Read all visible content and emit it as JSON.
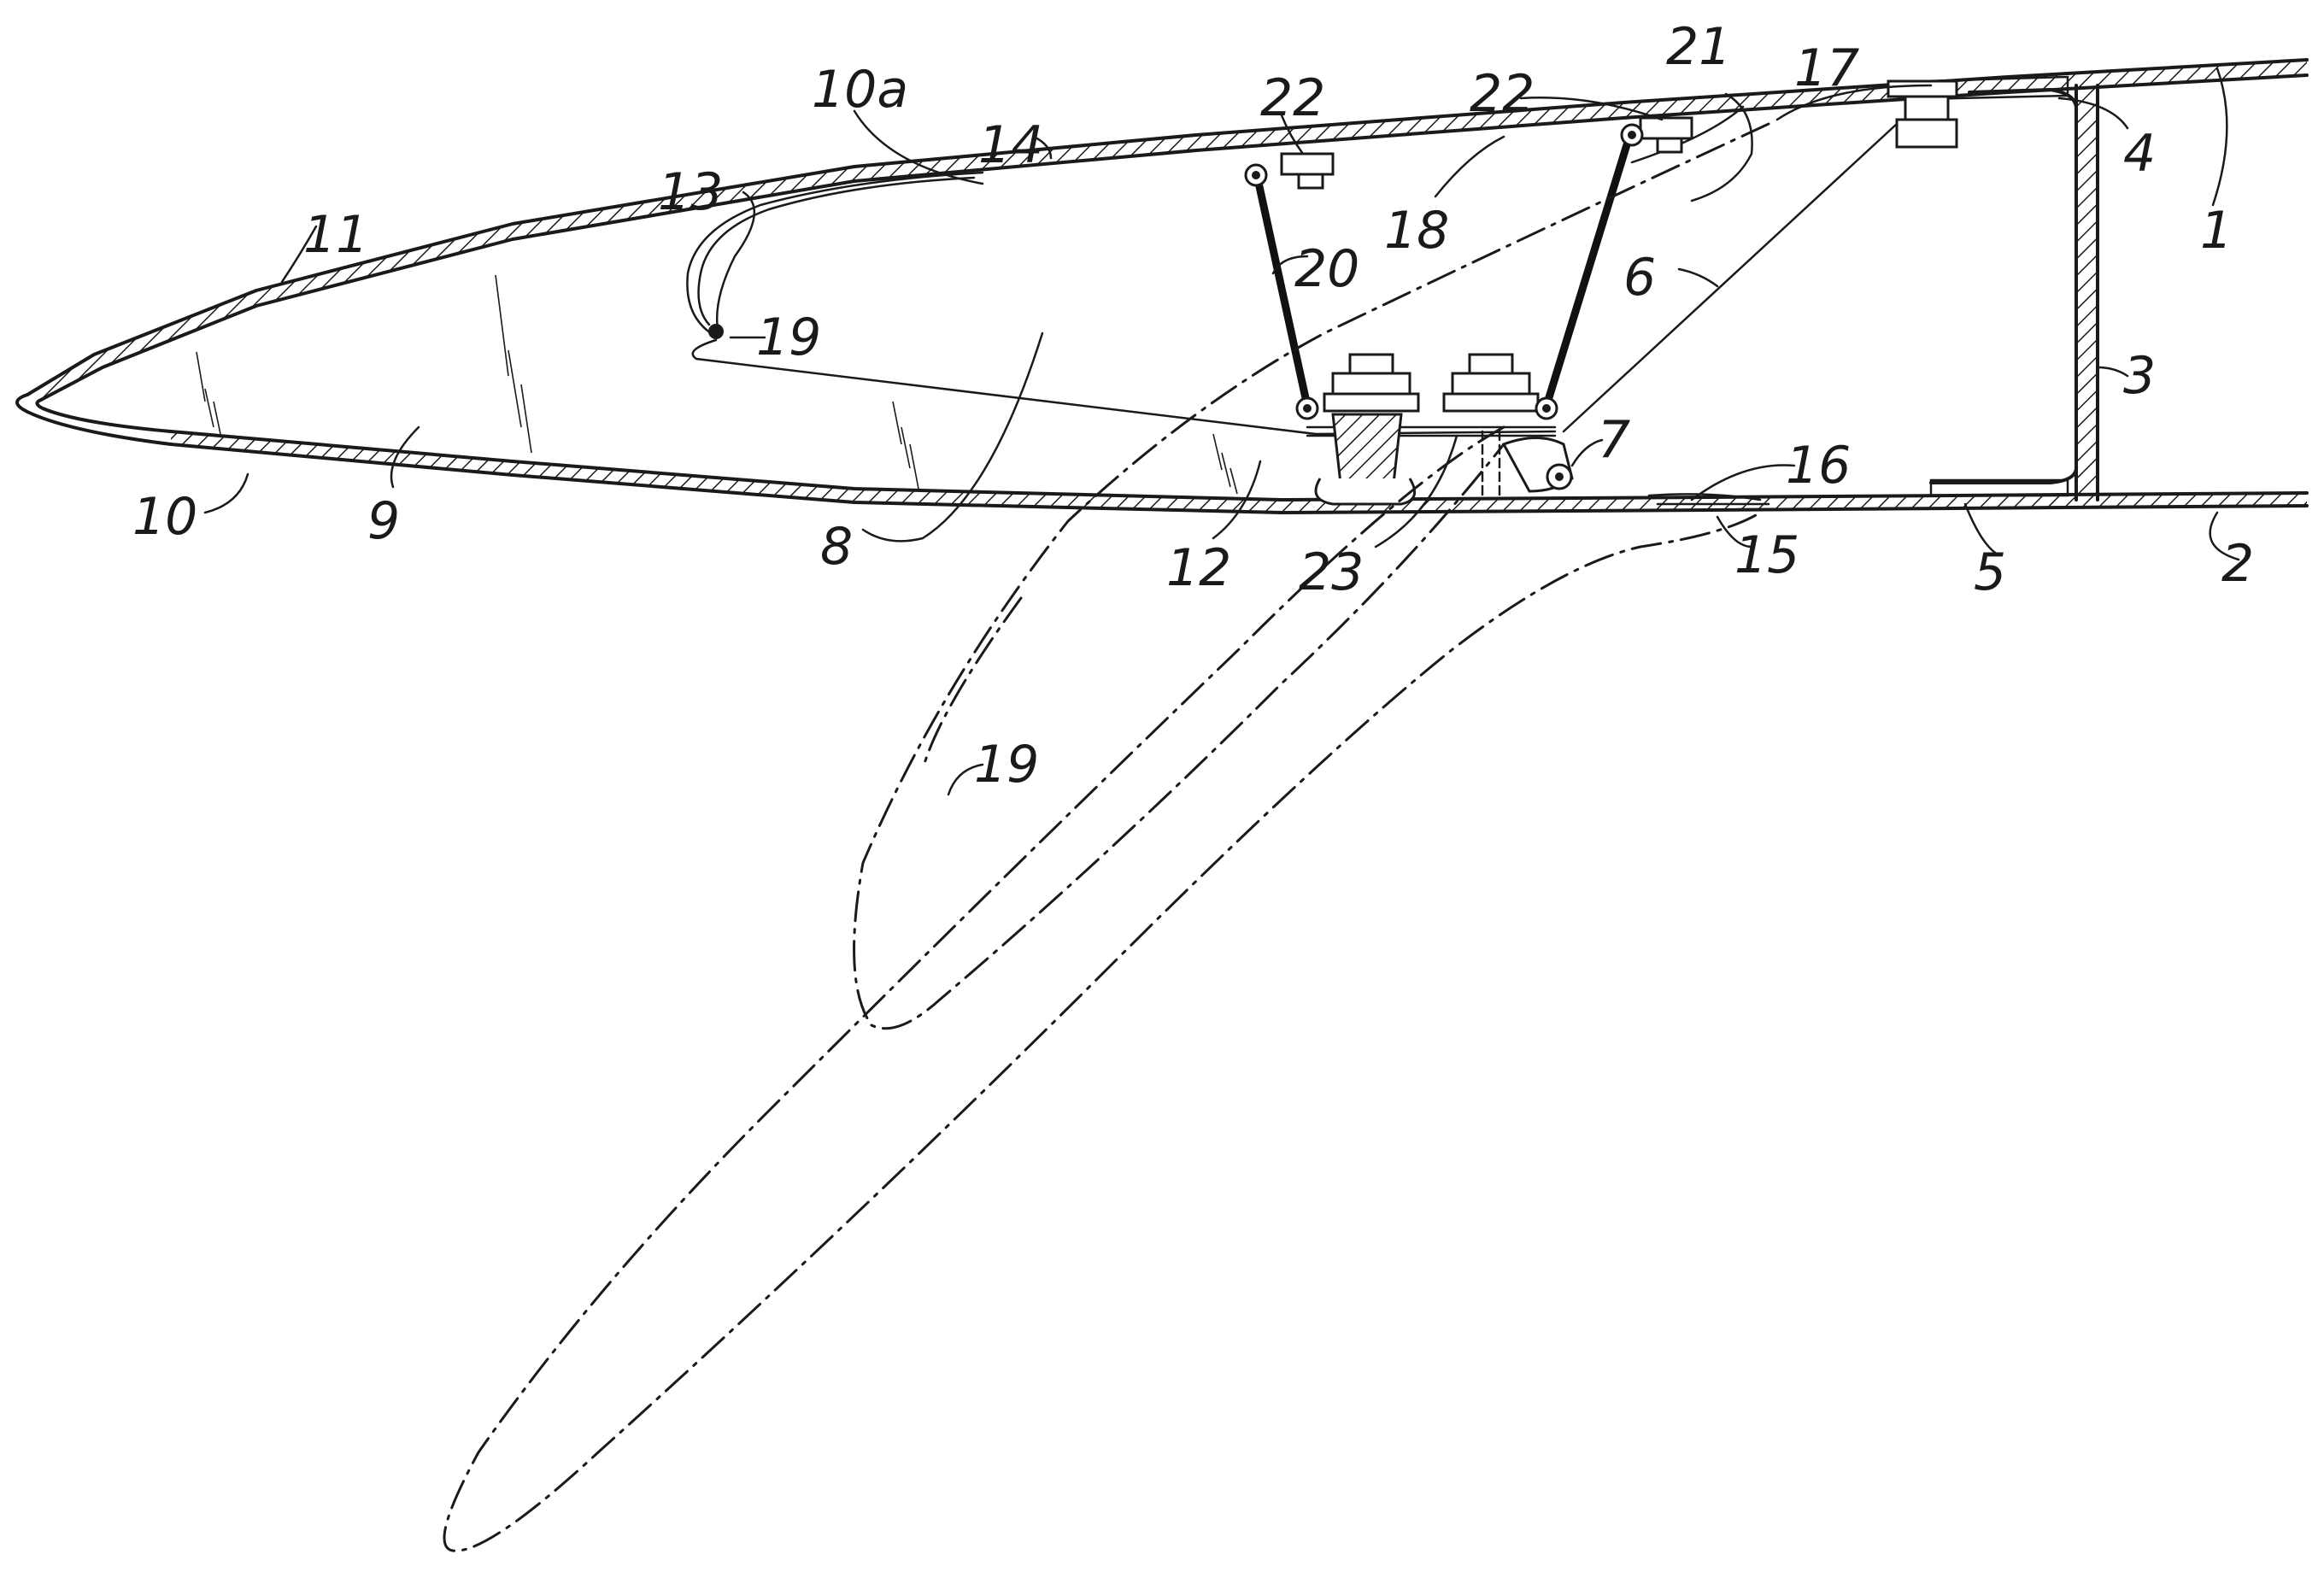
{
  "labels": {
    "l1": "1",
    "l2": "2",
    "l3": "3",
    "l4": "4",
    "l5": "5",
    "l6": "6",
    "l7": "7",
    "l8": "8",
    "l9": "9",
    "l10": "10",
    "l10a": "10a",
    "l11": "11",
    "l12": "12",
    "l13": "13",
    "l14": "14",
    "l15": "15",
    "l16": "16",
    "l17": "17",
    "l18": "18",
    "l19a": "19",
    "l19b": "19",
    "l20": "20",
    "l21": "21",
    "l22a": "22",
    "l22b": "22",
    "l23": "23"
  }
}
